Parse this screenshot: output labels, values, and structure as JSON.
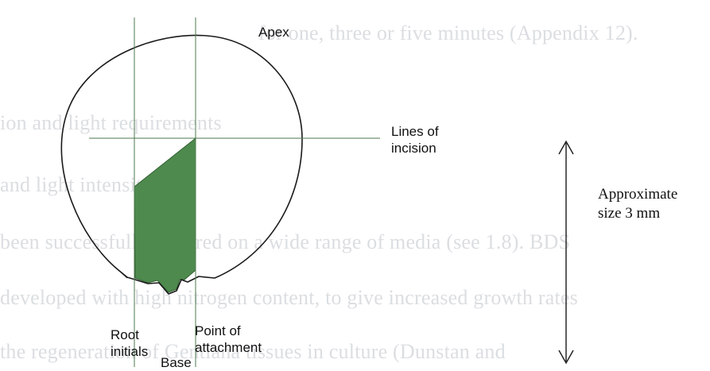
{
  "background_text": {
    "line1": "for one, three or five minutes (Appendix 12).",
    "line2": "ion and light requirements",
    "line3": "and light intensity",
    "line4": "been successfully cultured on a wide range of media (see 1.8). BDS",
    "line5": "developed with high nitrogen content, to give increased growth rates",
    "line6": "the regeneration of Gentiana tissues in culture (Dunstan and"
  },
  "diagram": {
    "apex_label": "Apex",
    "incision_label_line1": "Lines of",
    "incision_label_line2": "incision",
    "root_label_line1": "Root",
    "root_label_line2": "initials",
    "attachment_label_line1": "Point of",
    "attachment_label_line2": "attachment",
    "base_label": "Base",
    "size_label_line1": "Approximate",
    "size_label_line2": "size 3 mm",
    "colors": {
      "outline": "#1a1a1a",
      "incision_line": "#4d7a4d",
      "tissue_fill": "#4e8a4e",
      "tissue_edge": "#2f5f2f"
    }
  }
}
